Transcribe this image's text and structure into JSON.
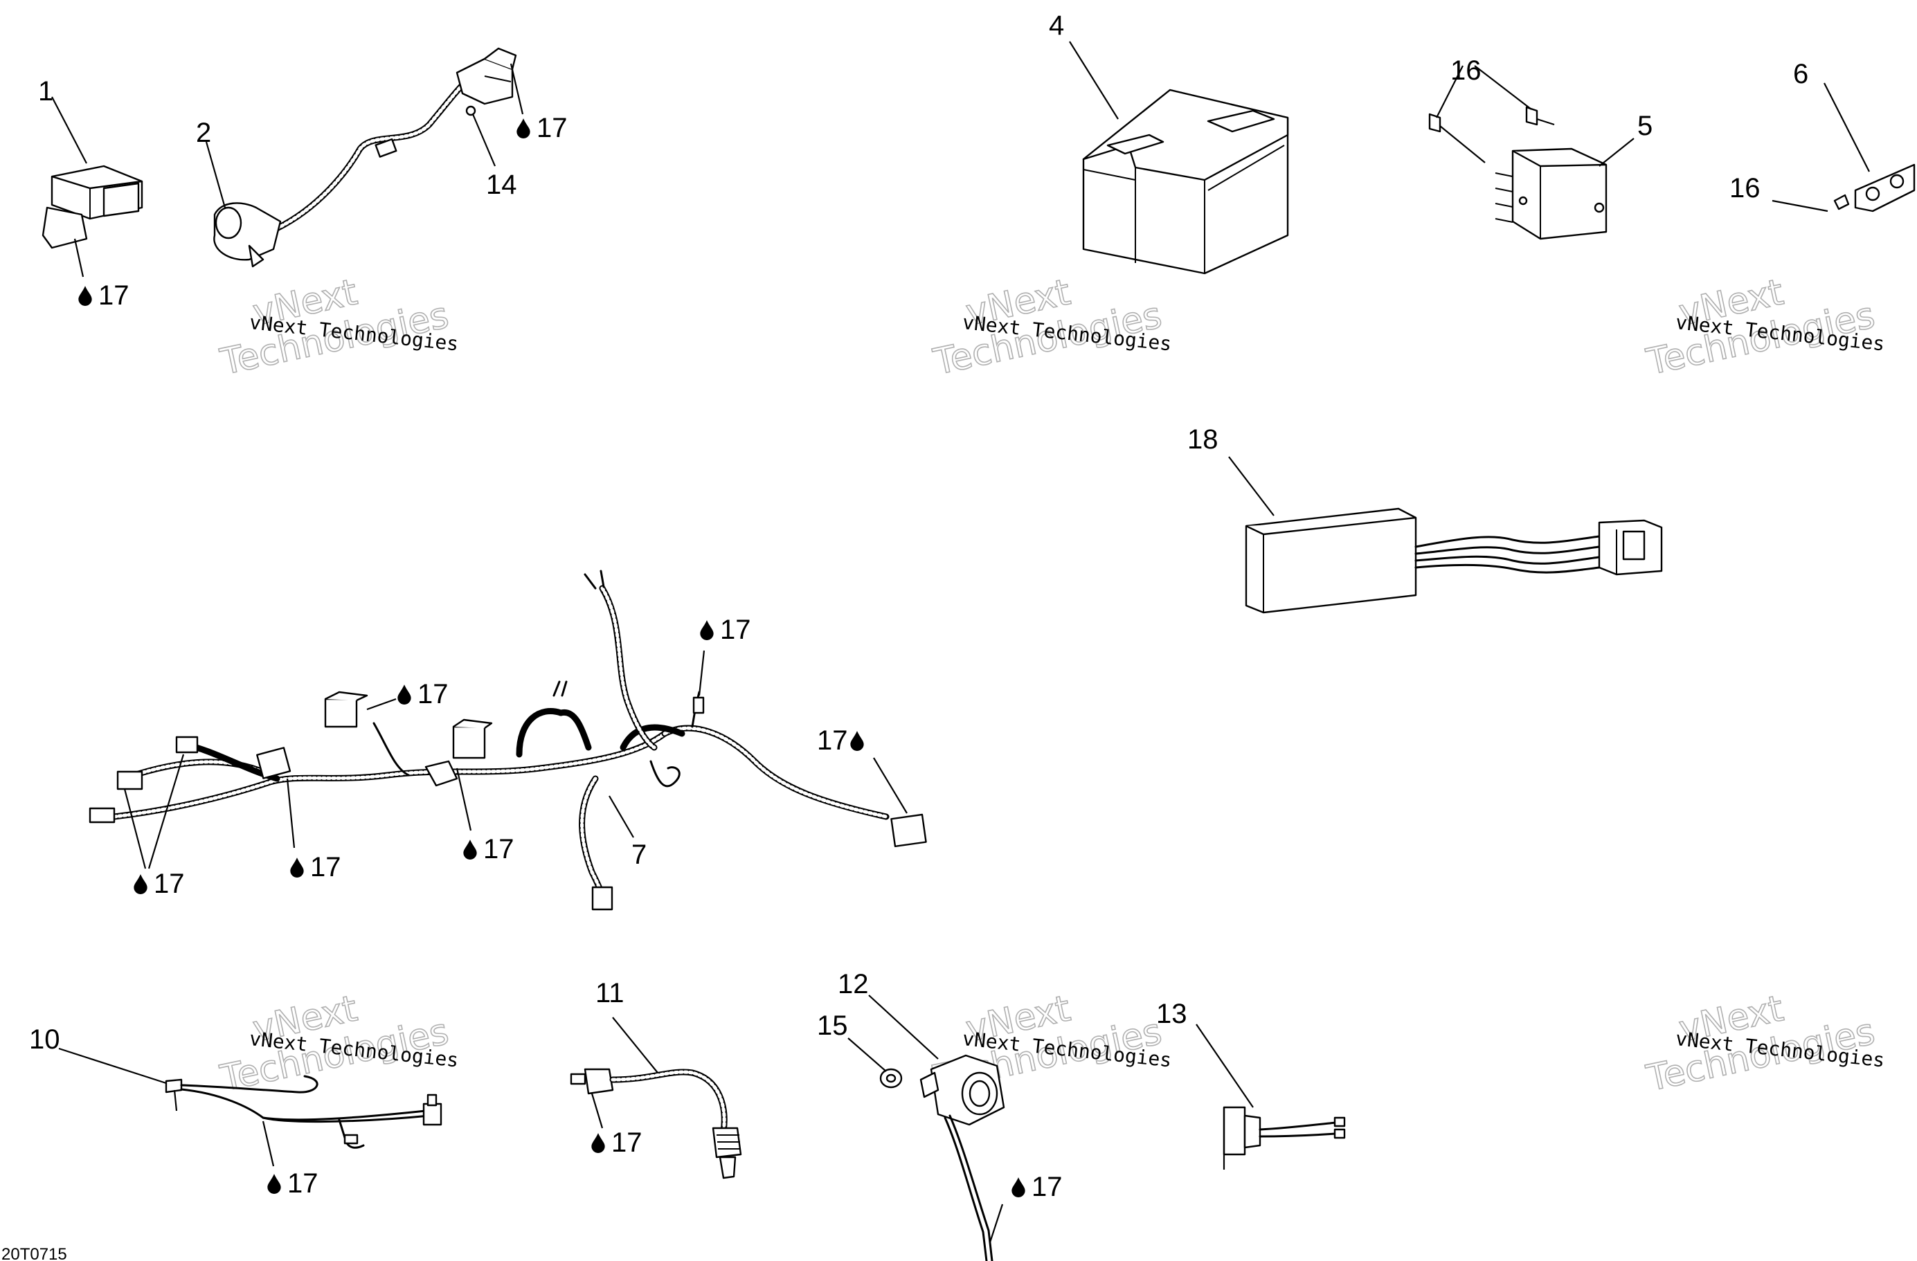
{
  "diagram_code": "20T0715",
  "watermark": {
    "line1": "vNext Technologies",
    "line2_top": "vNext",
    "line2_bottom": "Technologies"
  },
  "callouts": {
    "c1": "1",
    "c2": "2",
    "c4": "4",
    "c5": "5",
    "c6": "6",
    "c7": "7",
    "c10": "10",
    "c11": "11",
    "c12": "12",
    "c13": "13",
    "c14": "14",
    "c15": "15",
    "c16a": "16",
    "c16b": "16",
    "c18": "18"
  },
  "grease_label": "17",
  "grease_icon": "grease-drop-icon"
}
